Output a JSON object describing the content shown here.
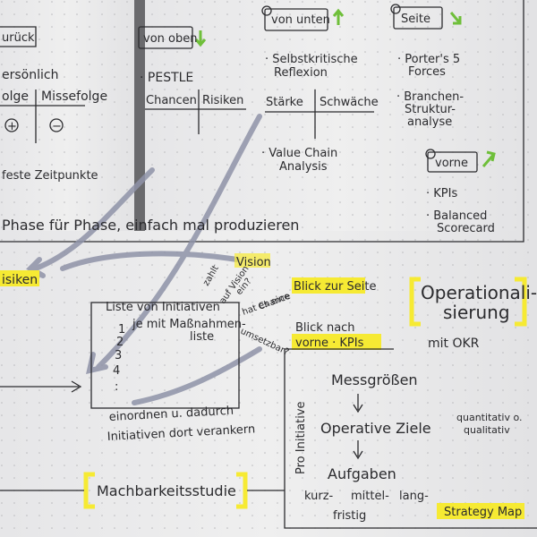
{
  "labels": {
    "zuruck": "urück",
    "persoenlich": "ersönlich",
    "folge": "olge",
    "missfolge": "Missefolge",
    "plus": "+",
    "minus": "−",
    "feste_zeitpunkte": "feste Zeitpunkte",
    "von_oben": "von oben",
    "pestle": "· PESTLE",
    "chancen": "Chancen",
    "risiken_top": "Risiken",
    "von_unten": "von unten",
    "selbstkritische_1": "· Selbstkritische",
    "selbstkritische_2": "Reflexion",
    "staerke": "Stärke",
    "schwaeche": "Schwäche",
    "value_chain_1": "· Value Chain",
    "value_chain_2": "Analysis",
    "seite": "Seite",
    "porters_1": "· Porter's 5",
    "porters_2": "Forces",
    "branchen_1": "· Branchen-",
    "branchen_2": "Struktur-",
    "branchen_3": "analyse",
    "vorne": "vorne",
    "kpis": "· KPIs",
    "balanced_1": "· Balanced",
    "balanced_2": "Scorecard",
    "phase": "Phase für Phase, einfach mal produzieren",
    "risiken_mid": "isiken",
    "vision": "Vision",
    "blick_zur_seite": "Blick zur Seite",
    "blick_nach_vorne_1": "Blick nach",
    "blick_nach_vorne_2": "vorne · KPIs",
    "operationali_1": "Operationali-",
    "operationali_2": "sierung",
    "mit_okr": "mit OKR",
    "liste_title": "Liste von Initiativen",
    "list_1": "1",
    "list_1_text_a": "je mit Maßnahmen-",
    "list_1_text_b": "liste",
    "list_2": "2",
    "list_3": "3",
    "list_4": "4",
    "list_dots": ":",
    "zahlt": "zahlt",
    "auf_vision": "auf Vision",
    "ein": "ein?",
    "hat_es_eine": "hat es eine",
    "chance": "Chance",
    "umsetzbar": "umsetzbar?",
    "einordnen": "einordnen u. dadurch",
    "initiativen": "Initiativen dort verankern",
    "machbarkeit": "Machbarkeitsstudie",
    "proinitiative": "Pro Initiative",
    "messgroessen": "Messgrößen",
    "operative_ziele": "Operative Ziele",
    "quant_1": "quantitativ o.",
    "quant_2": "qualitativ",
    "aufgaben": "Aufgaben",
    "kurz": "kurz-",
    "mittel": "mittel-",
    "lang": "lang-",
    "fristig": "fristig",
    "strategy_map": "Strategy Map"
  },
  "colors": {
    "ink": "#2b2b2e",
    "paper": "#eeeeef",
    "highlighter": "#f6ea33",
    "green": "#6fbf3a",
    "arrow_gray": "#8f93a8",
    "binding": "#6a6a6d"
  }
}
